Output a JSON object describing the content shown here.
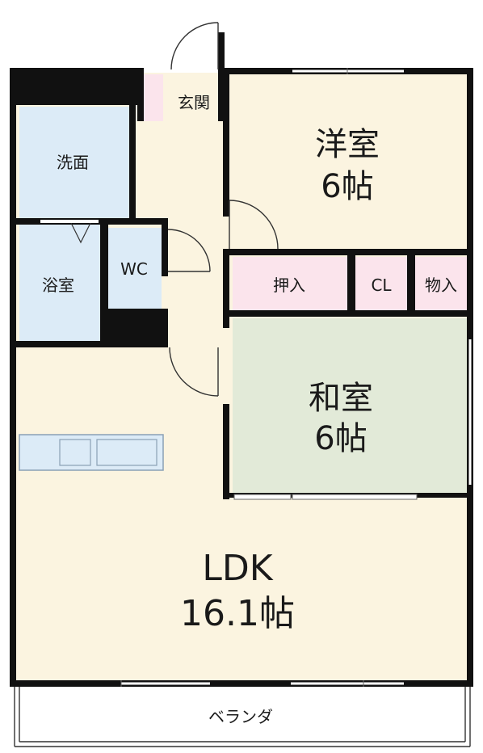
{
  "rooms": {
    "western": {
      "name": "洋室",
      "size": "6帖"
    },
    "japanese": {
      "name": "和室",
      "size": "6帖"
    },
    "ldk": {
      "name": "LDK",
      "size": "16.1帖"
    },
    "entrance": "玄関",
    "washroom": "洗面",
    "bath": "浴室",
    "wc": "WC",
    "closet_oshiire": "押入",
    "closet_cl": "CL",
    "storage": "物入",
    "balcony": "ベランダ"
  },
  "colors": {
    "ldk_floor": "#fbf4e0",
    "western_floor": "#fbf4e0",
    "japanese_floor": "#e2ead8",
    "wet_area": "#dcebf7",
    "closet": "#fbe4ec",
    "wall": "#111111"
  }
}
